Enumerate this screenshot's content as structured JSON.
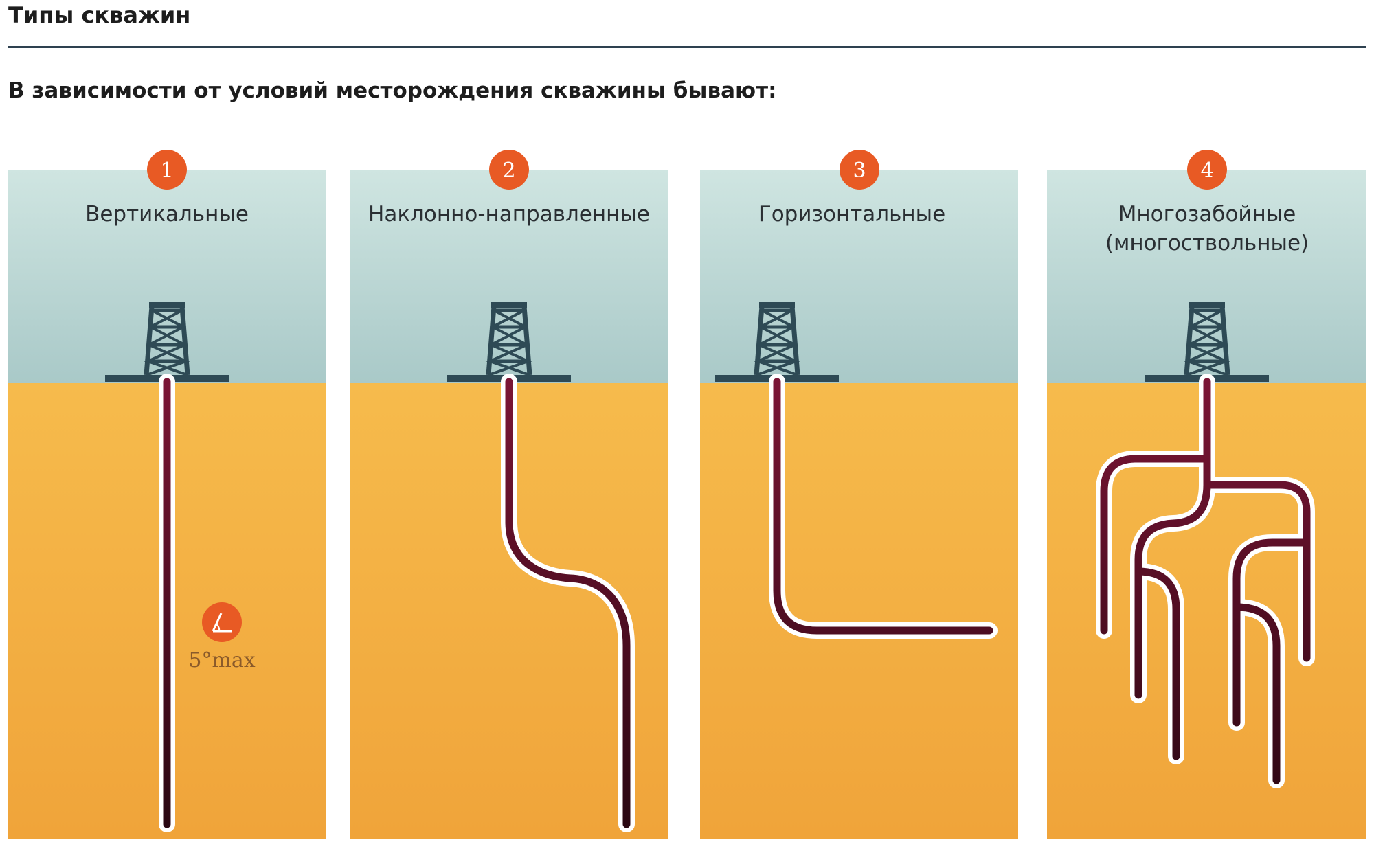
{
  "header": {
    "title": "Типы скважин",
    "subtitle": "В зависимости от условий месторождения скважины бывают:"
  },
  "colors": {
    "sky": "#cfe3df",
    "ground": "#f4b24a",
    "rig": "#2e4a55",
    "badge": "#e85a24",
    "pipe": "#6b1030"
  },
  "panels": [
    {
      "number": "1",
      "label_lines": [
        "Вертикальные"
      ],
      "note": "5°max",
      "note_icon": "angle-icon"
    },
    {
      "number": "2",
      "label_lines": [
        "Наклонно-направленные"
      ]
    },
    {
      "number": "3",
      "label_lines": [
        "Горизонтальные"
      ]
    },
    {
      "number": "4",
      "label_lines": [
        "Многозабойные",
        "(многоствольные)"
      ]
    }
  ]
}
